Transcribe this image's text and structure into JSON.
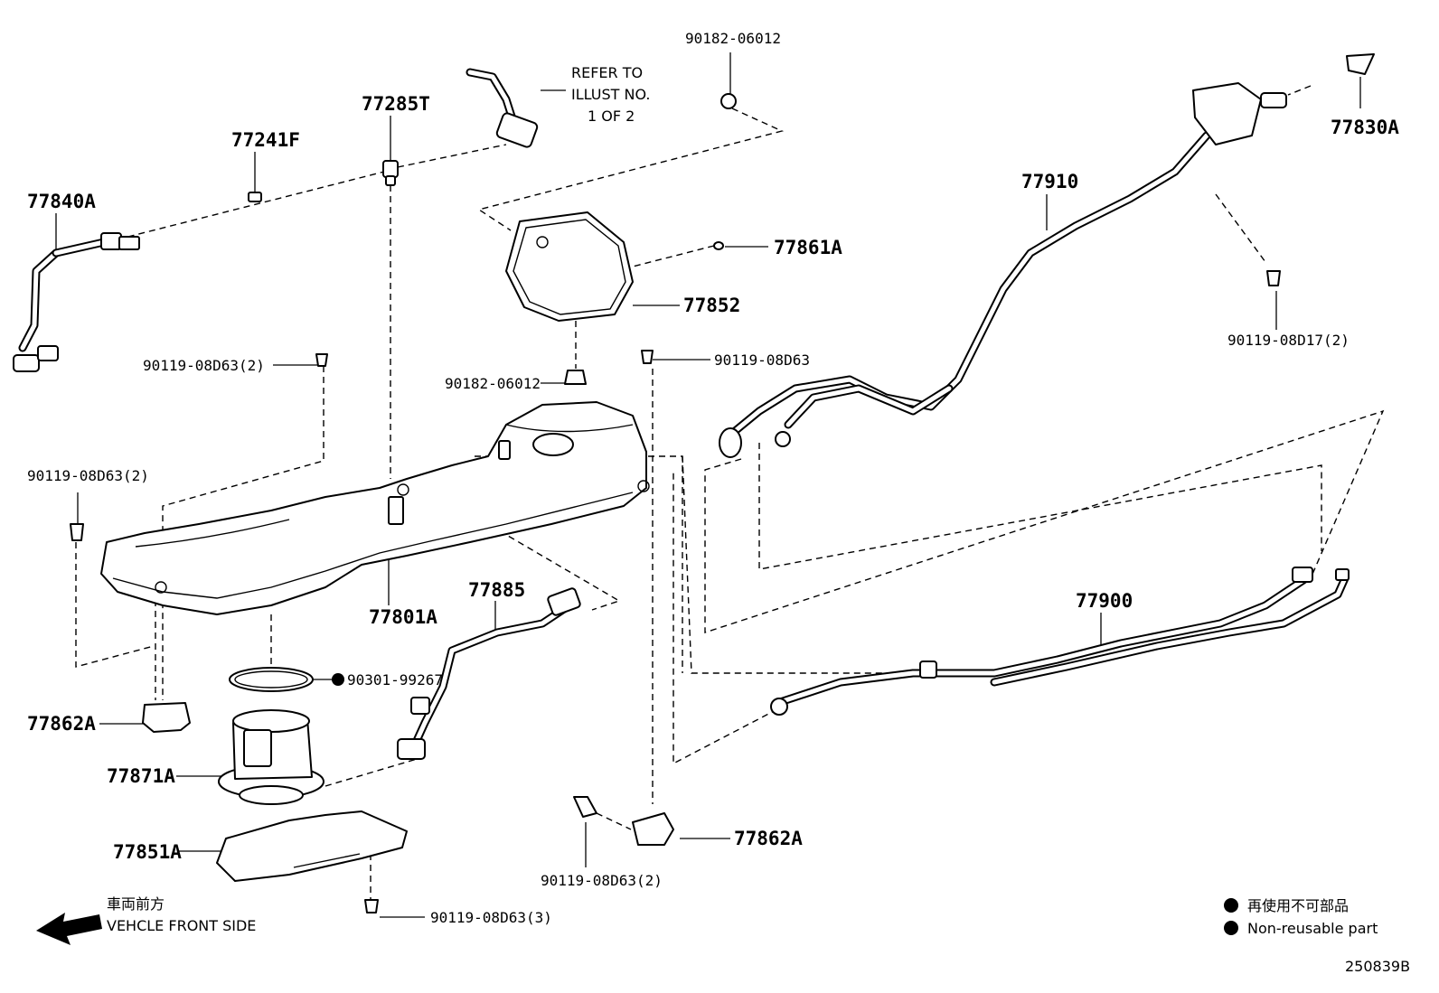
{
  "parts": {
    "p77840A": "77840A",
    "p77241F": "77241F",
    "p77285T": "77285T",
    "p9018206012_top": "90182-06012",
    "p77830A": "77830A",
    "p77910": "77910",
    "p77861A": "77861A",
    "p77852": "77852",
    "p9018206012_mid": "90182-06012",
    "p9011908D63_right": "90119-08D63",
    "p9011908D63_2_left": "90119-08D63(2)",
    "p9011908D63_2_far": "90119-08D63(2)",
    "p9011908D17_2": "90119-08D17(2)",
    "p77801A": "77801A",
    "p77885": "77885",
    "p77900": "77900",
    "p9030199267": "90301-99267",
    "p77862A_left": "77862A",
    "p77871A": "77871A",
    "p77851A": "77851A",
    "p77862A_right": "77862A",
    "p9011908D63_2_bottom": "90119-08D63(2)",
    "p9011908D63_3": "90119-08D63(3)"
  },
  "refer_note": {
    "line1": "REFER TO",
    "line2": "ILLUST NO.",
    "line3": "1 OF 2"
  },
  "front_side": {
    "japanese": "車両前方",
    "english": "VEHCLE FRONT SIDE"
  },
  "legend": {
    "japanese": "再使用不可部品",
    "english": "Non-reusable part"
  },
  "diagram_id": "250839B",
  "colors": {
    "ink": "#000000",
    "paper": "#ffffff"
  },
  "icons": {
    "arrow": "arrow-left-icon",
    "marker": "filled-circle-icon"
  }
}
